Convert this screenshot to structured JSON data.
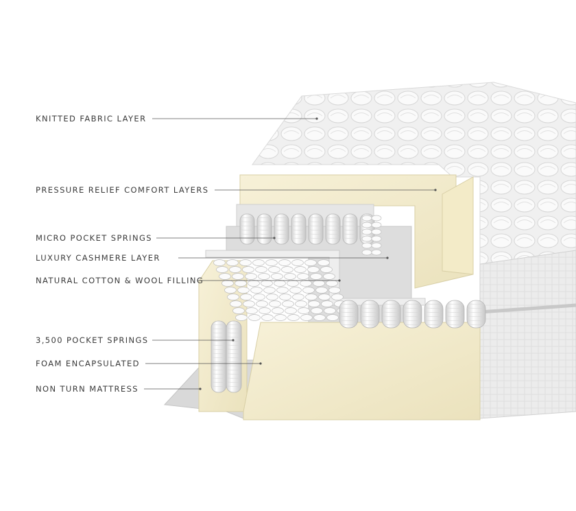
{
  "diagram": {
    "callouts": [
      {
        "id": "knitted-fabric-layer",
        "label": "KNITTED FABRIC LAYER"
      },
      {
        "id": "pressure-relief-comfort-layers",
        "label": "PRESSURE RELIEF COMFORT LAYERS"
      },
      {
        "id": "micro-pocket-springs",
        "label": "MICRO POCKET SPRINGS"
      },
      {
        "id": "luxury-cashmere-layer",
        "label": "LUXURY CASHMERE LAYER"
      },
      {
        "id": "natural-cotton-wool-filling",
        "label": "NATURAL COTTON & WOOL FILLING"
      },
      {
        "id": "pocket-springs-3500",
        "label": "3,500 POCKET SPRINGS"
      },
      {
        "id": "foam-encapsulated",
        "label": "FOAM ENCAPSULATED"
      },
      {
        "id": "non-turn-mattress",
        "label": "NON TURN MATTRESS"
      }
    ],
    "colors": {
      "foam": "#f4edcf",
      "foam_dark": "#e7dcb4",
      "fabric": "#f2f2f2",
      "panel": "#dcdcdc",
      "spring": "#f7f7f7",
      "spring_shadow": "#bdbdbd",
      "leader": "#555555",
      "text": "#3a3a3a"
    }
  }
}
